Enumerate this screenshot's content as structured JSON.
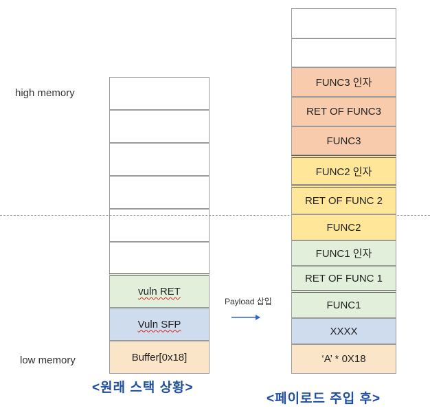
{
  "labels": {
    "high_memory": "high memory",
    "low_memory": "low memory",
    "payload": "Payload 삽입"
  },
  "captions": {
    "left": "<원래 스택 상황>",
    "right": "<페이로드 주입 후>"
  },
  "left_stack": {
    "vuln_ret": "vuln RET",
    "vuln_sfp": "Vuln SFP",
    "buffer": "Buffer[0x18]"
  },
  "right_stack": {
    "func3_arg": "FUNC3 인자",
    "ret_func3": "RET OF FUNC3",
    "func3": "FUNC3",
    "func2_arg": "FUNC2 인자",
    "ret_func2": "RET OF FUNC 2",
    "func2": "FUNC2",
    "func1_arg": "FUNC1 인자",
    "ret_func1": "RET OF FUNC 1",
    "func1": "FUNC1",
    "xxxx": "XXXX",
    "a_fill": "‘A’ * 0X18"
  },
  "colors": {
    "orange": "#f8cbad",
    "yellow": "#ffe699",
    "green": "#e2efda",
    "blue": "#cfdcee",
    "tan": "#fbe5c9",
    "arrow": "#2f64c8",
    "caption": "#1f4e9e"
  }
}
